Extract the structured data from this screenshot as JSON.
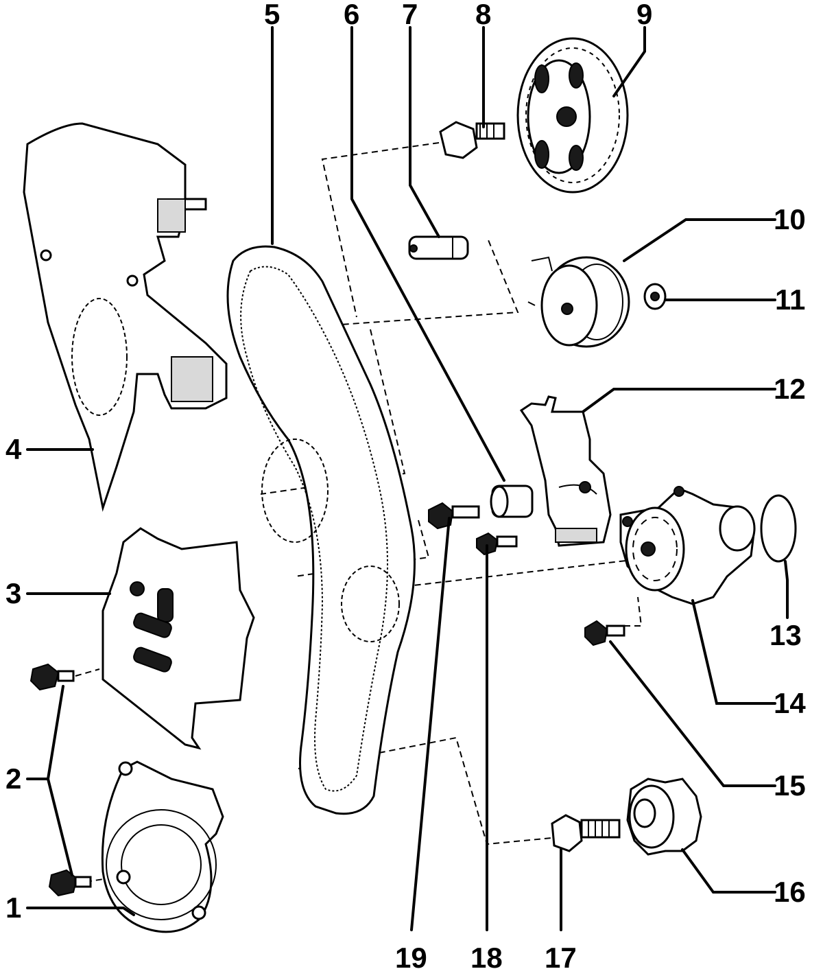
{
  "callouts": [
    "1",
    "2",
    "3",
    "4",
    "5",
    "6",
    "7",
    "8",
    "9",
    "10",
    "11",
    "12",
    "13",
    "14",
    "15",
    "16",
    "17",
    "18",
    "19"
  ],
  "colors": {
    "line": "#000000",
    "background": "#ffffff",
    "shade": "#d9d9d9"
  }
}
